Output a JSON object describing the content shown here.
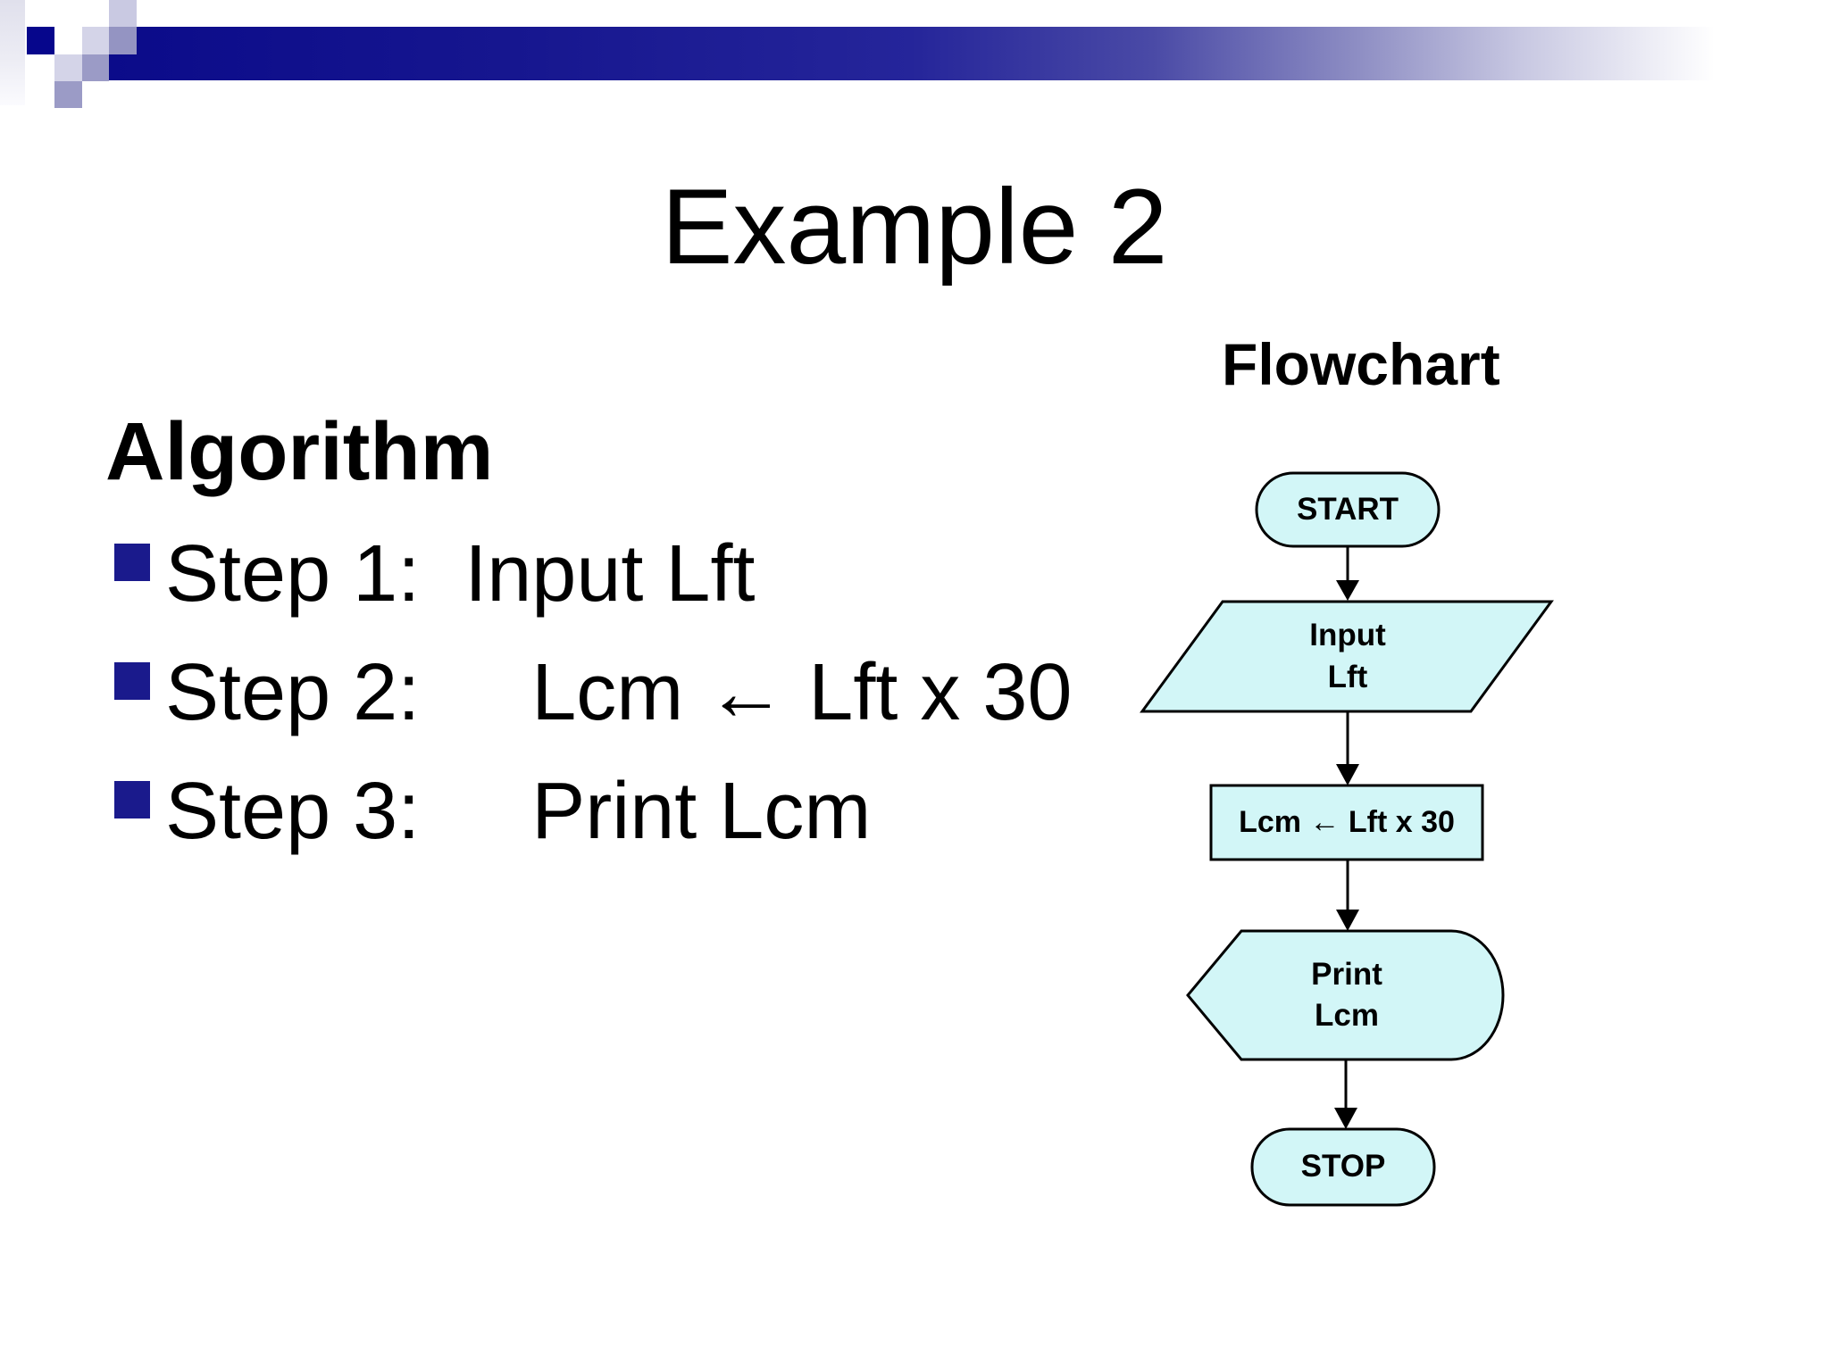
{
  "slide": {
    "title": "Example 2",
    "algorithm": {
      "heading": "Algorithm",
      "steps": [
        "Step 1:  Input Lft",
        "Step 2:     Lcm ← Lft x 30",
        "Step 3:     Print Lcm"
      ]
    },
    "flowchart": {
      "heading": "Flowchart",
      "nodes": [
        {
          "type": "terminator",
          "label": "START"
        },
        {
          "type": "input-output",
          "label": "Input\nLft"
        },
        {
          "type": "process",
          "label": "Lcm ← Lft x 30"
        },
        {
          "type": "display",
          "label": "Print\nLcm"
        },
        {
          "type": "terminator",
          "label": "STOP"
        }
      ]
    }
  },
  "colors": {
    "node_fill": "#d2f6f7",
    "node_border": "#000000",
    "bullet": "#1a1a8c",
    "banner_dark": "#0b0b8a",
    "text": "#000000"
  }
}
